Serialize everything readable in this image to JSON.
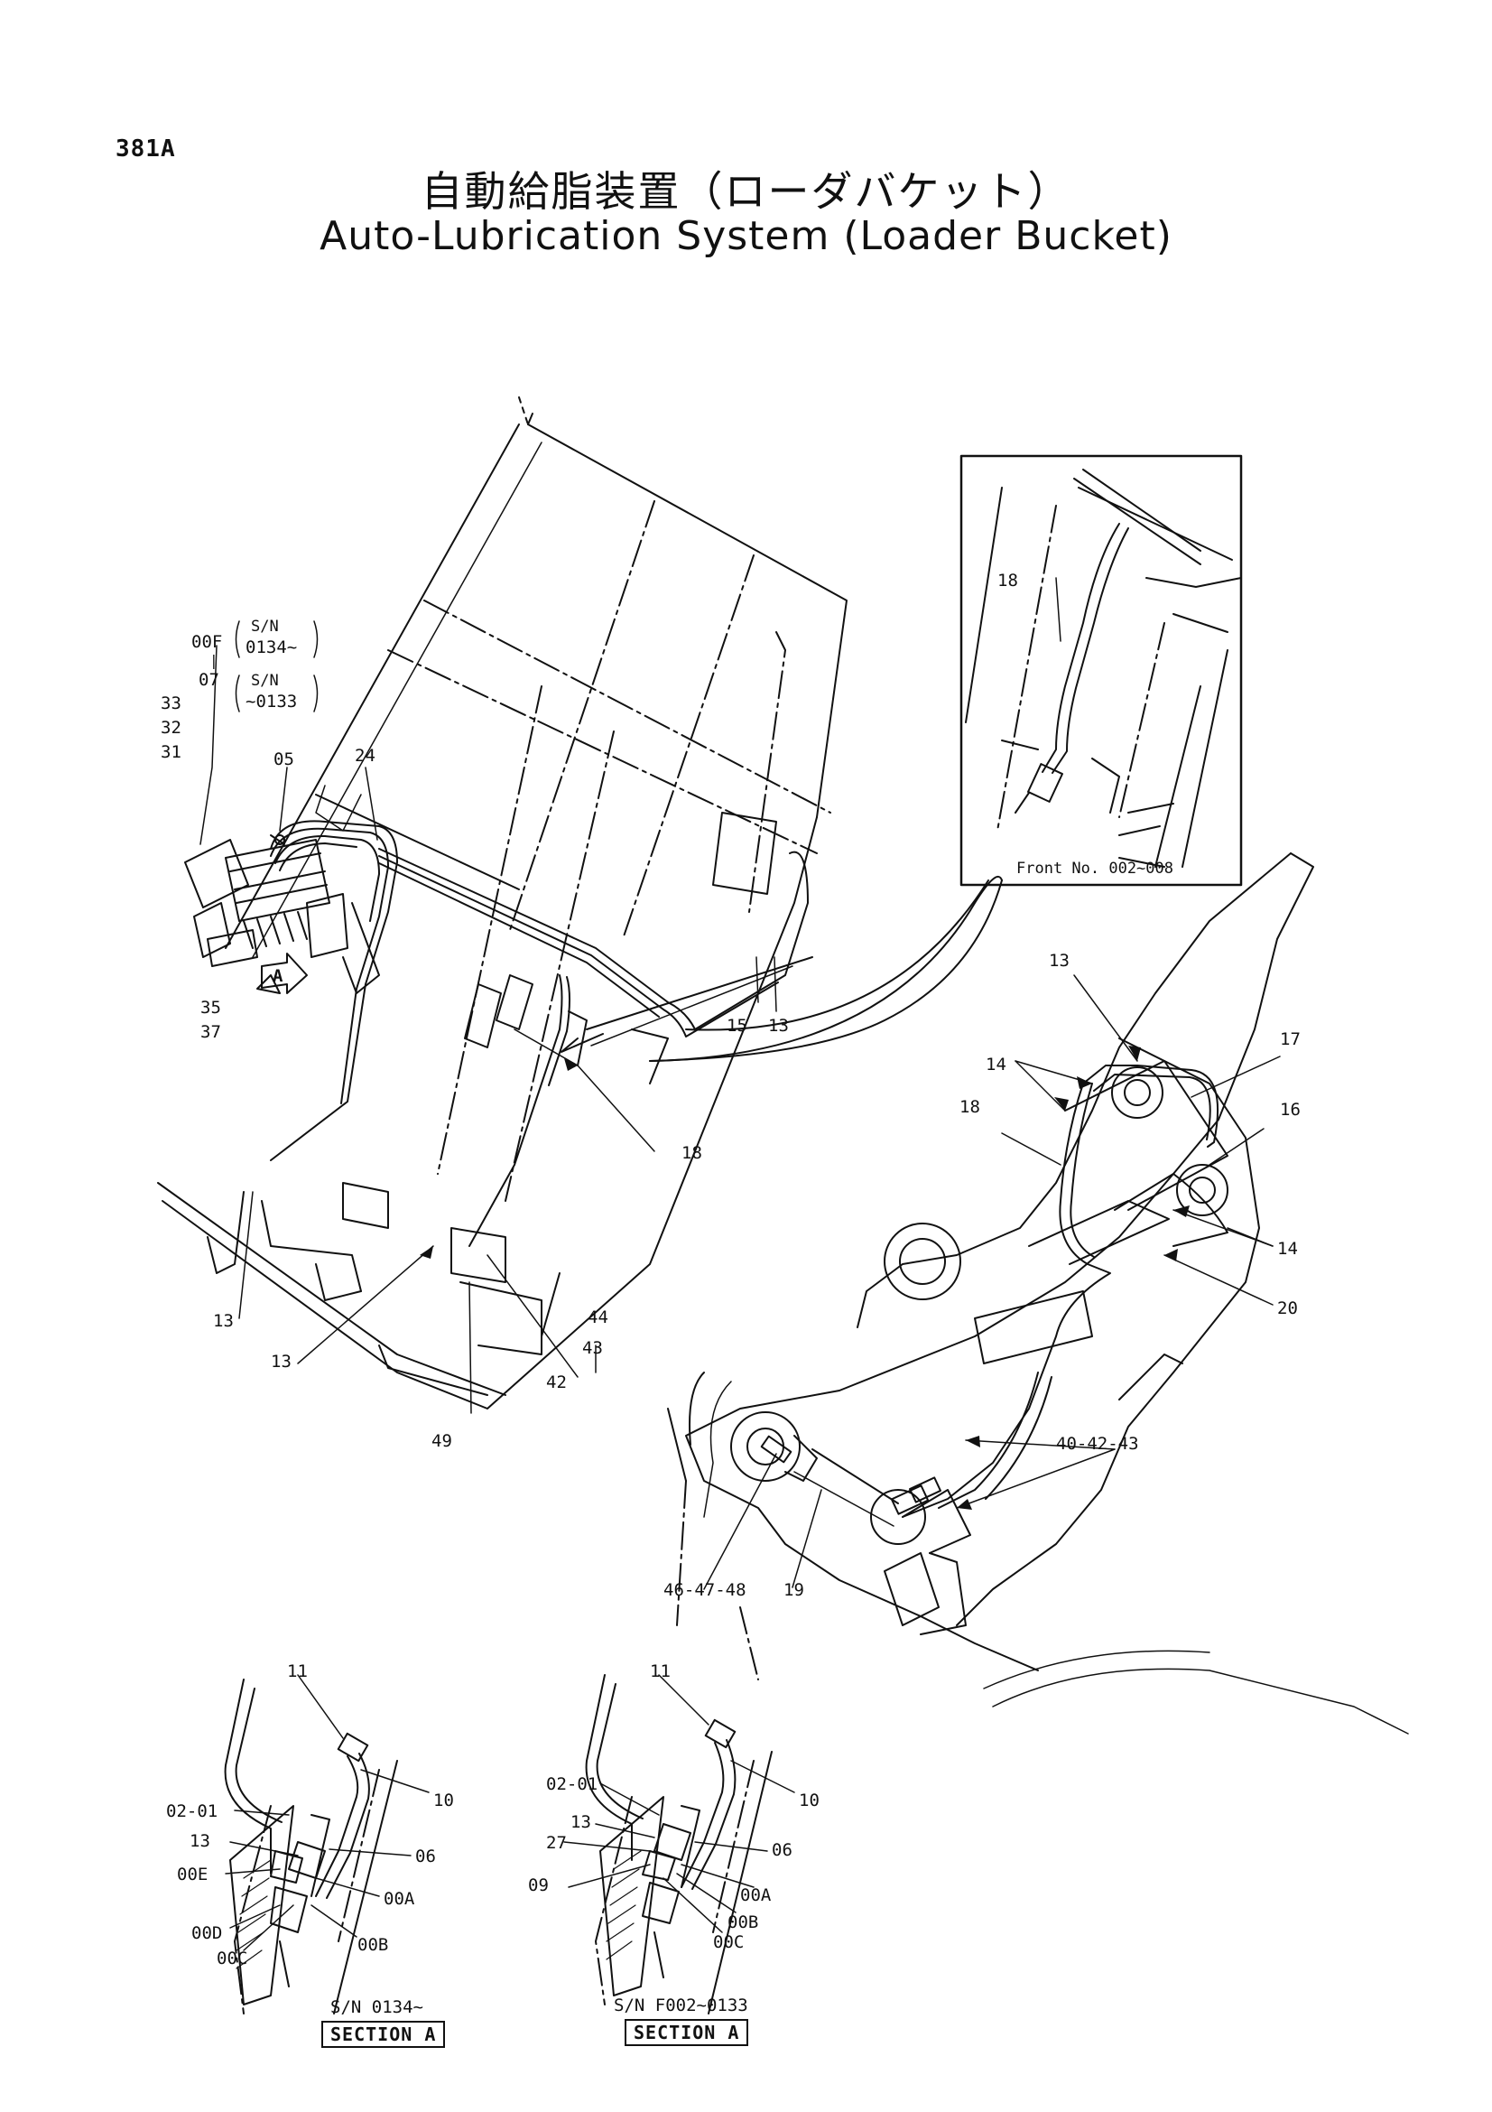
{
  "page_number": "381A",
  "title_jp": "自動給脂装置（ローダバケット）",
  "title_en": "Auto-Lubrication System (Loader Bucket)",
  "inset": {
    "caption": "Front No.  002~008"
  },
  "labels": {
    "l_00F": "00F",
    "l_sn1a": "S/N",
    "l_sn1b": "0134~",
    "l_bar": "|",
    "l_07": "07",
    "l_sn2a": "S/N",
    "l_sn2b": "~0133",
    "l_33": "33",
    "l_32": "32",
    "l_31": "31",
    "l_05": "05",
    "l_24": "24",
    "l_A": "A",
    "l_35": "35",
    "l_37": "37",
    "l_15": "15",
    "l_13a": "13",
    "l_18a": "18",
    "l_13b": "13",
    "l_13c": "13",
    "l_42": "42",
    "l_44": "44",
    "l_43": "43",
    "l_49": "49",
    "l_18inset": "18",
    "l_13d": "13",
    "l_17": "17",
    "l_14a": "14",
    "l_16": "16",
    "l_18b": "18",
    "l_14b": "14",
    "l_20": "20",
    "l_404243": "40-42-43",
    "l_464748": "46-47-48",
    "l_19": "19",
    "sa_11": "11",
    "sa_10": "10",
    "sa_0201": "02-01",
    "sa_13": "13",
    "sa_06": "06",
    "sa_00E": "00E",
    "sa_00A": "00A",
    "sa_00D": "00D",
    "sa_00C": "00C",
    "sa_00B": "00B",
    "sb_11": "11",
    "sb_10": "10",
    "sb_0201": "02-01",
    "sb_13": "13",
    "sb_27": "27",
    "sb_06": "06",
    "sb_09": "09",
    "sb_00A": "00A",
    "sb_00B": "00B",
    "sb_00C": "00C"
  },
  "section_a": {
    "sn": "S/N  0134~",
    "box": "SECTION  A"
  },
  "section_b": {
    "sn": "S/N  F002~0133",
    "box": "SECTION  A"
  }
}
